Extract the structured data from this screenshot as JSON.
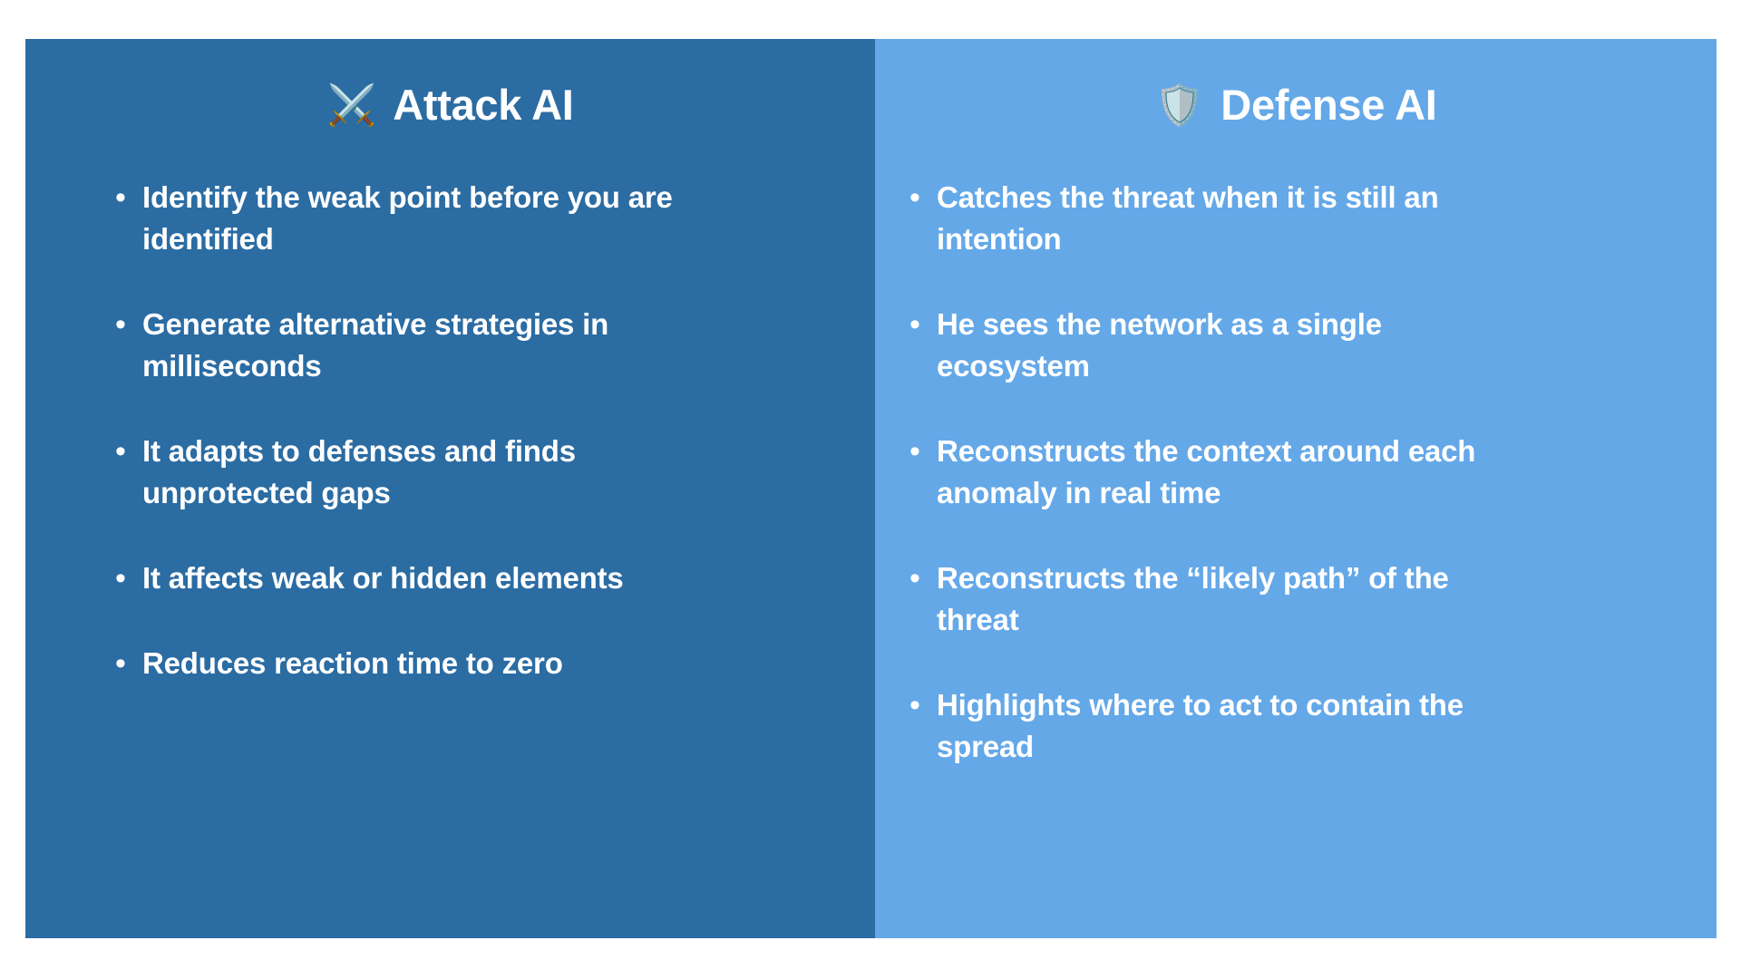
{
  "slide": {
    "background_color": "#FFFFFF",
    "layout": "two-column-comparison"
  },
  "panels": [
    {
      "key": "attack",
      "icon": "crossed-swords-icon",
      "icon_glyph": "⚔️",
      "title": "Attack AI",
      "background_color": "#2B6CA3",
      "text_color": "#FFFFFF",
      "bullet_marker": "•",
      "bullets": [
        "Identify the weak point before you are identified",
        "Generate alternative strategies in milliseconds",
        "It adapts to defenses and finds unprotected gaps",
        "It affects weak or hidden elements",
        "Reduces reaction time to zero"
      ]
    },
    {
      "key": "defense",
      "icon": "shield-icon",
      "icon_glyph": "🛡️",
      "title": "Defense AI",
      "background_color": "#64A8E8",
      "text_color": "#FFFFFF",
      "bullet_marker": "•",
      "bullets": [
        "Catches the threat when it is still an intention",
        "He sees the network as a single ecosystem",
        "Reconstructs the context around each anomaly in real time",
        "Reconstructs the “likely path” of the threat",
        "Highlights where to act to contain the spread"
      ]
    }
  ]
}
